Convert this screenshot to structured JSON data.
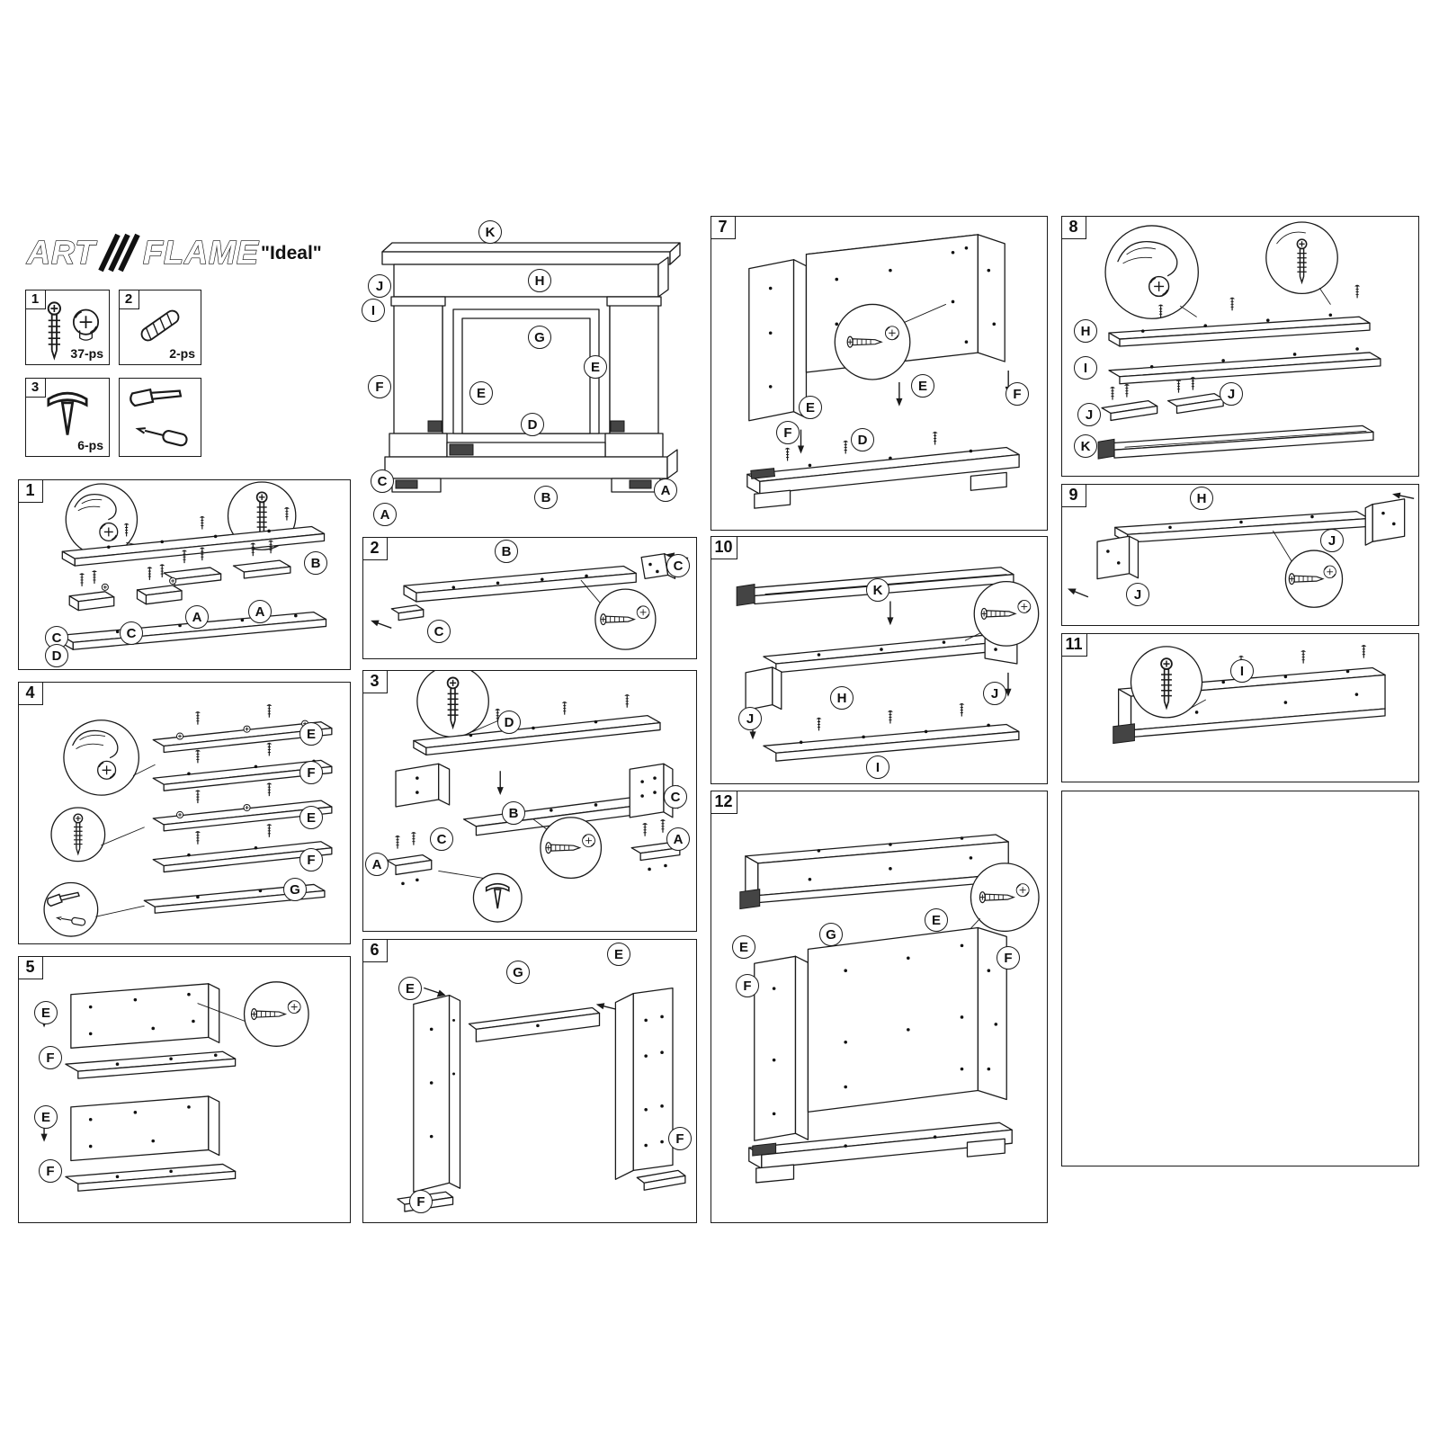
{
  "brand": {
    "art": "ART",
    "flame": "FLAME",
    "product": "\"Ideal\""
  },
  "hardware": {
    "item1": {
      "num": "1",
      "qty": "37-ps"
    },
    "item2": {
      "num": "2",
      "qty": "2-ps"
    },
    "item3": {
      "num": "3",
      "qty": "6-ps"
    }
  },
  "overview": {
    "labels": {
      "k": "K",
      "j": "J",
      "i": "I",
      "h": "H",
      "g": "G",
      "e1": "E",
      "e2": "E",
      "f": "F",
      "d": "D",
      "c": "C",
      "b": "B",
      "a1": "A",
      "a2": "A"
    }
  },
  "panels": {
    "p1": {
      "num": "1",
      "labels": {
        "b": "B",
        "a1": "A",
        "a2": "A",
        "c1": "C",
        "c2": "C",
        "d": "D"
      }
    },
    "p2": {
      "num": "2",
      "labels": {
        "b": "B",
        "c1": "C",
        "c2": "C"
      }
    },
    "p3": {
      "num": "3",
      "labels": {
        "d": "D",
        "c1": "C",
        "b": "B",
        "c2": "C",
        "a1": "A",
        "a2": "A"
      }
    },
    "p4": {
      "num": "4",
      "labels": {
        "e1": "E",
        "f1": "F",
        "e2": "E",
        "f2": "F",
        "g": "G"
      }
    },
    "p5": {
      "num": "5",
      "labels": {
        "e1": "E",
        "f1": "F",
        "e2": "E",
        "f2": "F"
      }
    },
    "p6": {
      "num": "6",
      "labels": {
        "e1": "E",
        "g": "G",
        "e2": "E",
        "f1": "F",
        "f2": "F"
      }
    },
    "p7": {
      "num": "7",
      "labels": {
        "e1": "E",
        "f1": "F",
        "e2": "E",
        "f2": "F",
        "d": "D"
      }
    },
    "p8": {
      "num": "8",
      "labels": {
        "h": "H",
        "i": "I",
        "j1": "J",
        "j2": "J",
        "k": "K"
      }
    },
    "p9": {
      "num": "9",
      "labels": {
        "h": "H",
        "j1": "J",
        "j2": "J"
      }
    },
    "p10": {
      "num": "10",
      "labels": {
        "k": "K",
        "h": "H",
        "j1": "J",
        "j2": "J",
        "i": "I"
      }
    },
    "p11": {
      "num": "11",
      "labels": {
        "i": "I"
      }
    },
    "p12": {
      "num": "12",
      "labels": {
        "e1": "E",
        "g": "G",
        "e2": "E",
        "f1": "F",
        "f2": "F"
      }
    }
  }
}
